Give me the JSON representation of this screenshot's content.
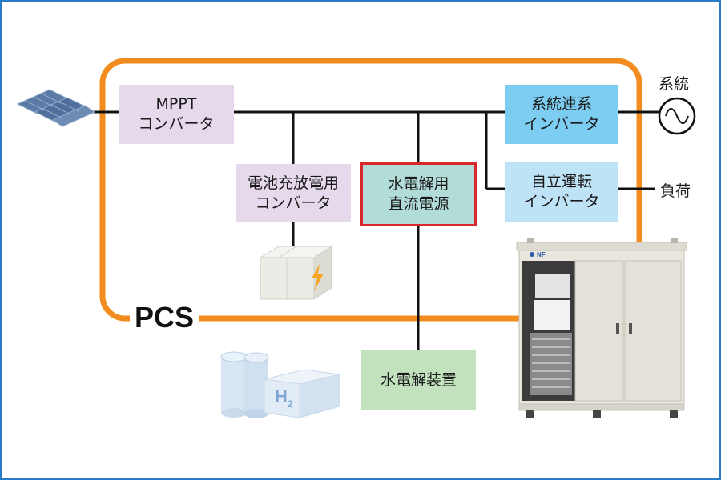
{
  "blocks": {
    "mppt": {
      "line1": "MPPT",
      "line2": "コンバータ"
    },
    "battery_converter": {
      "line1": "電池充放電用",
      "line2": "コンバータ"
    },
    "electrolysis_power": {
      "line1": "水電解用",
      "line2": "直流電源"
    },
    "grid_inverter": {
      "line1": "系統連系",
      "line2": "インバータ"
    },
    "standalone_inverter": {
      "line1": "自立運転",
      "line2": "インバータ"
    },
    "electrolyzer": {
      "line1": "水電解装置"
    }
  },
  "labels": {
    "grid": "系統",
    "load": "負荷",
    "pcs": "PCS",
    "h2": "H",
    "h2_sub": "2",
    "brand": "NF"
  },
  "colors": {
    "pcs_border": "#f28c1e",
    "purple_block": "#e6d9ec",
    "teal_block": "#b2dcd8",
    "highlight_border": "#d7282d",
    "blue_block": "#7ccdf1",
    "light_blue_block": "#bfe3f6",
    "green_block": "#c2e1bd",
    "frame_border": "#2a7cc4"
  },
  "icons": [
    "solar-panel-icon",
    "ac-source-icon",
    "battery-icon",
    "hydrogen-tank-icon",
    "pcs-cabinet-image"
  ]
}
